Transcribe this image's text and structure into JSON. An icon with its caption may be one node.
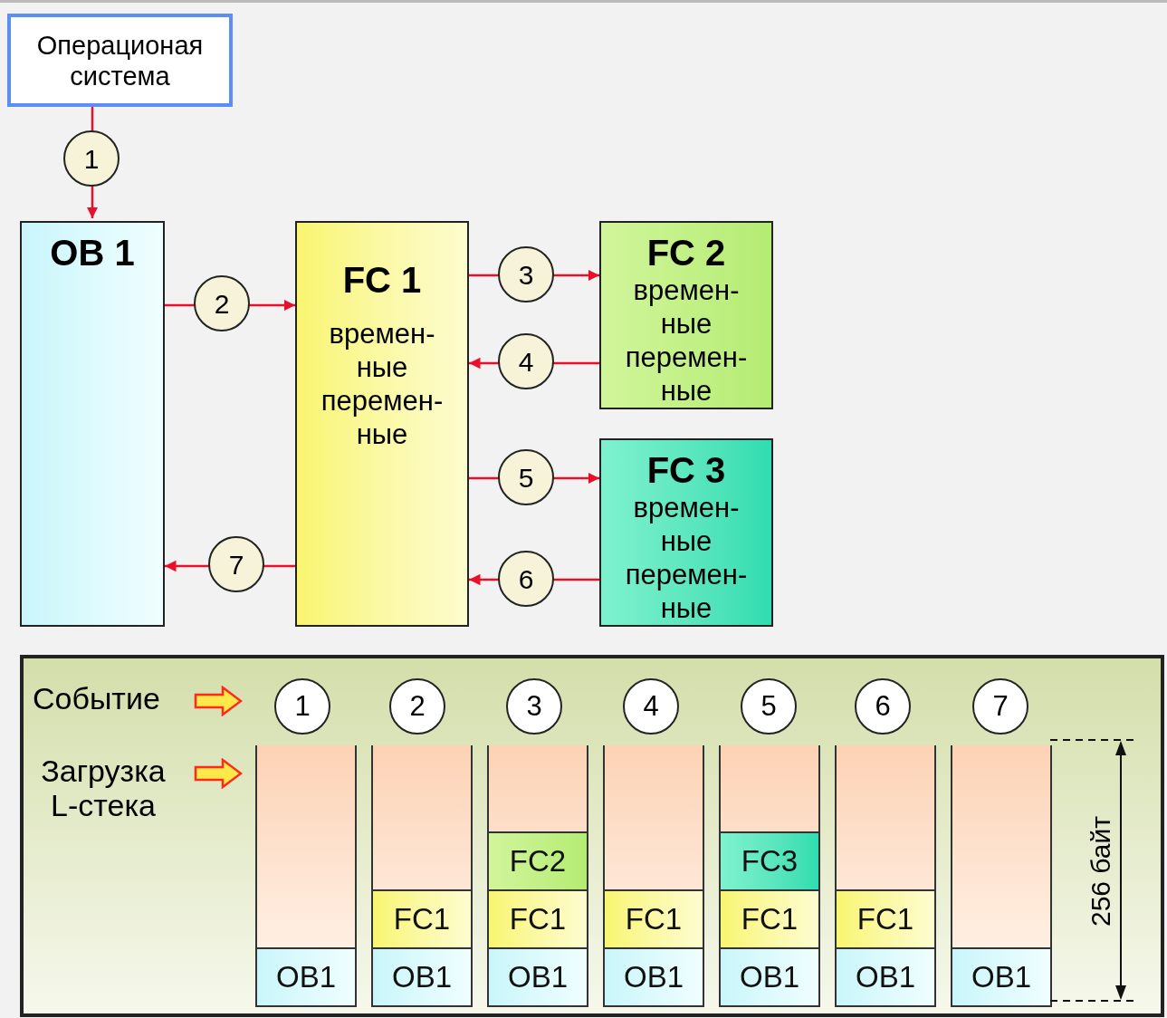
{
  "diagram": {
    "nodes": [
      {
        "text": [
          "Операционая система"
        ]
      },
      {
        "text": [
          "OB 1"
        ]
      },
      {
        "text": [
          "FC 1",
          "времен-ные перемен-ные"
        ]
      },
      {
        "text": [
          "FC 2",
          "времен-ные перемен-ные"
        ]
      },
      {
        "text": [
          "FC 3",
          "времен-ные перемен-ные"
        ]
      },
      {
        "text": [
          "Событие",
          "Загрузка L-стека"
        ]
      },
      {
        "text": [
          "1"
        ],
        "in": 5
      },
      {
        "text": [
          "2"
        ],
        "in": 5
      },
      {
        "text": [
          "3"
        ],
        "in": 5
      },
      {
        "text": [
          "4"
        ],
        "in": 5
      },
      {
        "text": [
          "5"
        ],
        "in": 5
      },
      {
        "text": [
          "6"
        ],
        "in": 5
      },
      {
        "text": [
          "7"
        ],
        "in": 5
      },
      {
        "text": [],
        "shape": "box",
        "in": 5
      },
      {
        "text": [
          "OB1"
        ],
        "in": 13
      },
      {
        "text": [],
        "shape": "box",
        "in": 5
      },
      {
        "text": [
          "FC1"
        ],
        "in": 15
      },
      {
        "text": [
          "OB1"
        ],
        "in": 15
      },
      {
        "text": [],
        "shape": "box",
        "in": 5
      },
      {
        "text": [
          "FC2"
        ],
        "in": 18
      },
      {
        "text": [
          "FC1"
        ],
        "in": 18
      },
      {
        "text": [
          "OB1"
        ],
        "in": 18
      },
      {
        "text": [],
        "shape": "box",
        "in": 5
      },
      {
        "text": [
          "FC1"
        ],
        "in": 22
      },
      {
        "text": [
          "OB1"
        ],
        "in": 22
      },
      {
        "text": [],
        "shape": "box",
        "in": 5
      },
      {
        "text": [
          "FC3"
        ],
        "in": 25
      },
      {
        "text": [
          "FC1"
        ],
        "in": 25
      },
      {
        "text": [
          "OB1"
        ],
        "in": 25
      },
      {
        "text": [],
        "shape": "box",
        "in": 5
      },
      {
        "text": [
          "FC1"
        ],
        "in": 29
      },
      {
        "text": [
          "OB1"
        ],
        "in": 29
      },
      {
        "text": [],
        "shape": "box",
        "in": 5
      },
      {
        "text": [
          "OB1"
        ],
        "in": 32
      }
    ],
    "edges": [
      {
        "from": 0,
        "to": 1,
        "arrow": "to",
        "label": "1"
      },
      {
        "from": 1,
        "to": 2,
        "arrow": "to",
        "label": "2"
      },
      {
        "from": 2,
        "to": 3,
        "arrow": "to",
        "label": "3"
      },
      {
        "from": 3,
        "to": 2,
        "arrow": "to",
        "label": "4"
      },
      {
        "from": 2,
        "to": 4,
        "arrow": "to",
        "label": "5"
      },
      {
        "from": 4,
        "to": 2,
        "arrow": "to",
        "label": "6"
      },
      {
        "from": 2,
        "to": 1,
        "arrow": "to",
        "label": "7"
      }
    ],
    "labels": [
      "256 байт"
    ]
  }
}
